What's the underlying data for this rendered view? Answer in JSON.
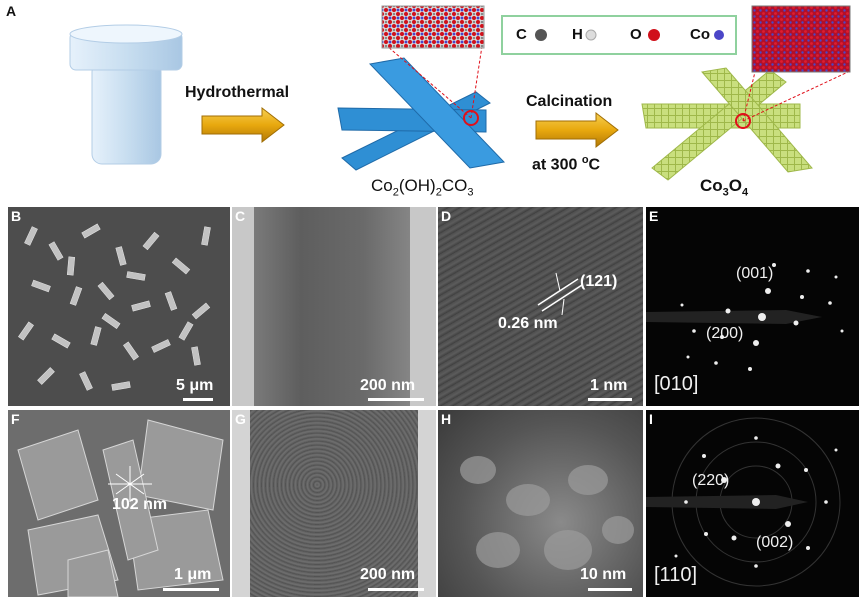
{
  "figure": {
    "panel_a": {
      "letter": "A",
      "arrow1_label": "Hydrothermal",
      "arrow2_label_1": "Calcination",
      "arrow2_label_2_pre": "at 300 ",
      "arrow2_label_2_sup": "o",
      "arrow2_label_2_post": "C",
      "precursor_label": {
        "p1": "Co",
        "s1": "2",
        "p2": "(OH)",
        "s2": "2",
        "p3": "CO",
        "s3": "3"
      },
      "product_label": {
        "p1": "Co",
        "s1": "3",
        "p2": "O",
        "s2": "4"
      },
      "legend": [
        {
          "symbol": "C",
          "color": "#555555"
        },
        {
          "symbol": "H",
          "color": "#dddddd"
        },
        {
          "symbol": "O",
          "color": "#d0101a"
        },
        {
          "symbol": "Co",
          "color": "#4b46c8"
        }
      ],
      "colors": {
        "arrow": "#e8a80e",
        "nanosheet": "#2f8fd4",
        "co3o4": "#c9df7e",
        "vessel": "#c8def0"
      }
    },
    "panels": [
      {
        "id": "B",
        "letter": "B",
        "scalebar": "5 μm"
      },
      {
        "id": "C",
        "letter": "C",
        "scalebar": "200 nm"
      },
      {
        "id": "D",
        "letter": "D",
        "scalebar": "1 nm",
        "plane": "(121)",
        "spacing": "0.26 nm"
      },
      {
        "id": "E",
        "letter": "E",
        "scalebar": "",
        "zone_axis": "[010]",
        "spots": [
          "(001)",
          "(200)"
        ]
      },
      {
        "id": "F",
        "letter": "F",
        "scalebar": "1 μm",
        "thickness": "102 nm"
      },
      {
        "id": "G",
        "letter": "G",
        "scalebar": "200 nm"
      },
      {
        "id": "H",
        "letter": "H",
        "scalebar": "10 nm"
      },
      {
        "id": "I",
        "letter": "I",
        "scalebar": "",
        "zone_axis": "[110]",
        "spots": [
          "(220)",
          "(002)"
        ]
      }
    ]
  }
}
